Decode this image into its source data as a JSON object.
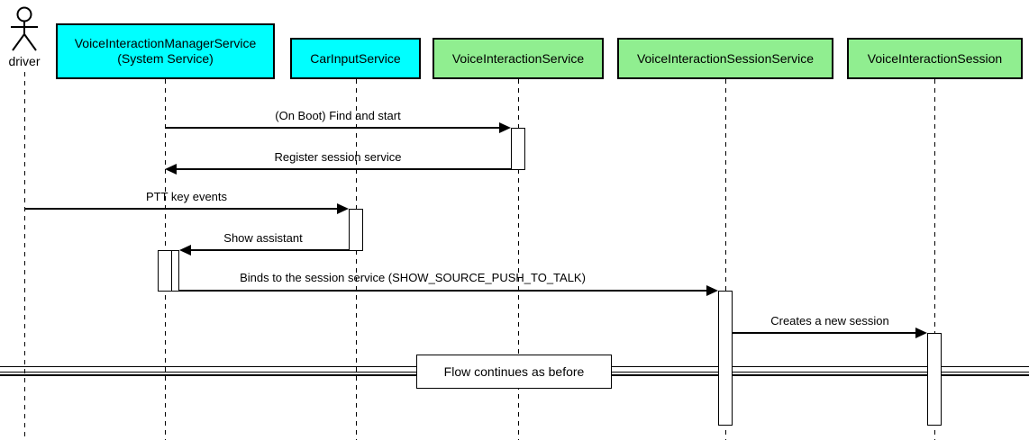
{
  "diagram": {
    "type": "uml-sequence",
    "actor": {
      "name": "driver"
    },
    "participants": [
      {
        "label": "VoiceInteractionManagerService\n(System Service)",
        "fill": "#00FFFF"
      },
      {
        "label": "CarInputService",
        "fill": "#00FFFF"
      },
      {
        "label": "VoiceInteractionService",
        "fill": "#90EE90"
      },
      {
        "label": "VoiceInteractionSessionService",
        "fill": "#90EE90"
      },
      {
        "label": "VoiceInteractionSession",
        "fill": "#90EE90"
      }
    ],
    "messages": [
      {
        "label": "(On Boot) Find and start",
        "from": "VoiceInteractionManagerService",
        "to": "VoiceInteractionService",
        "direction": "right"
      },
      {
        "label": "Register session service",
        "from": "VoiceInteractionService",
        "to": "VoiceInteractionManagerService",
        "direction": "left"
      },
      {
        "label": "PTT key events",
        "from": "driver",
        "to": "CarInputService",
        "direction": "right"
      },
      {
        "label": "Show assistant",
        "from": "CarInputService",
        "to": "VoiceInteractionManagerService",
        "direction": "left"
      },
      {
        "label": "Binds to the session service (SHOW_SOURCE_PUSH_TO_TALK)",
        "from": "VoiceInteractionManagerService",
        "to": "VoiceInteractionSessionService",
        "direction": "right"
      },
      {
        "label": "Creates a new session",
        "from": "VoiceInteractionSessionService",
        "to": "VoiceInteractionSession",
        "direction": "right"
      }
    ],
    "divider": {
      "label": "Flow continues as before"
    },
    "colors": {
      "cyan": "#00FFFF",
      "green": "#90EE90",
      "line": "#000000",
      "background": "#FFFFFF"
    }
  }
}
